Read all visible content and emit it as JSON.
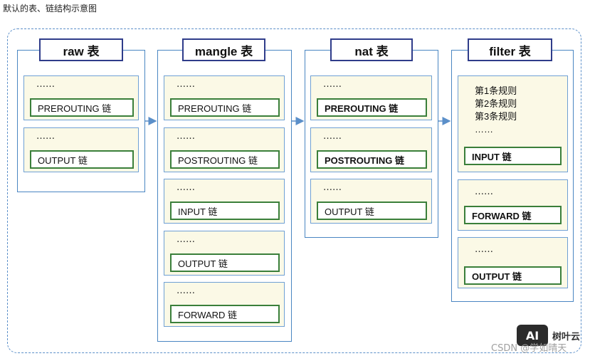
{
  "caption": "默认的表、链结构示意图",
  "tables": [
    {
      "label": "raw 表",
      "chains": [
        {
          "dots": "……",
          "name": "PREROUTING 链"
        },
        {
          "dots": "……",
          "name": "OUTPUT 链"
        }
      ]
    },
    {
      "label": "mangle 表",
      "chains": [
        {
          "dots": "……",
          "name": "PREROUTING 链"
        },
        {
          "dots": "……",
          "name": "POSTROUTING 链"
        },
        {
          "dots": "……",
          "name": "INPUT 链"
        },
        {
          "dots": "……",
          "name": "OUTPUT 链"
        },
        {
          "dots": "……",
          "name": "FORWARD 链"
        }
      ]
    },
    {
      "label": "nat 表",
      "chains": [
        {
          "dots": "……",
          "name": "PREROUTING 链"
        },
        {
          "dots": "……",
          "name": "POSTROUTING 链"
        },
        {
          "dots": "……",
          "name": "OUTPUT 链"
        }
      ]
    },
    {
      "label": "filter 表",
      "rules": [
        "第1条规则",
        "第2条规则",
        "第3条规则",
        "……"
      ],
      "chains": [
        {
          "name": "INPUT 链"
        },
        {
          "dots": "……",
          "name": "FORWARD 链"
        },
        {
          "dots": "……",
          "name": "OUTPUT 链"
        }
      ]
    }
  ],
  "watermark": {
    "badge": "AI",
    "brand": "树叶云",
    "source": "CSDN @学如晴天"
  }
}
